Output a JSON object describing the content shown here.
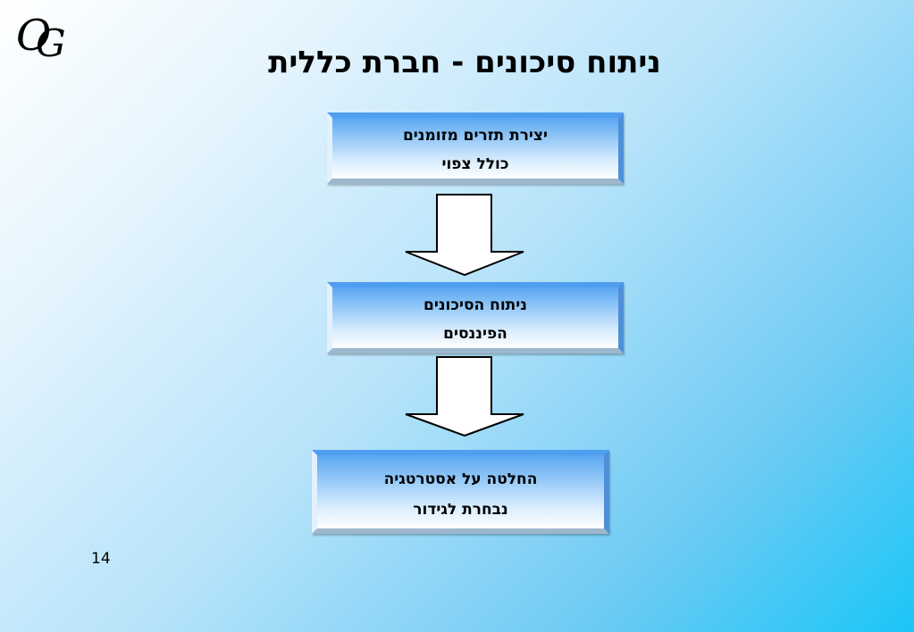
{
  "slide": {
    "logo_text": "OG",
    "title": "ניתוח סיכונים - חברת כללית",
    "page_number": "14"
  },
  "flow": {
    "steps": [
      {
        "line1": "יצירת תזרים מזומנים",
        "line2": "כולל צפוי"
      },
      {
        "line1": "ניתוח הסיכונים",
        "line2": "הפיננסים"
      },
      {
        "line1": "החלטה על אסטרטגיה",
        "line2": "נבחרת לגידור"
      }
    ],
    "colors": {
      "box_top": "#5aa6f2",
      "box_bottom": "#ffffff",
      "arrow_fill": "#ffffff",
      "arrow_stroke": "#000000"
    }
  }
}
